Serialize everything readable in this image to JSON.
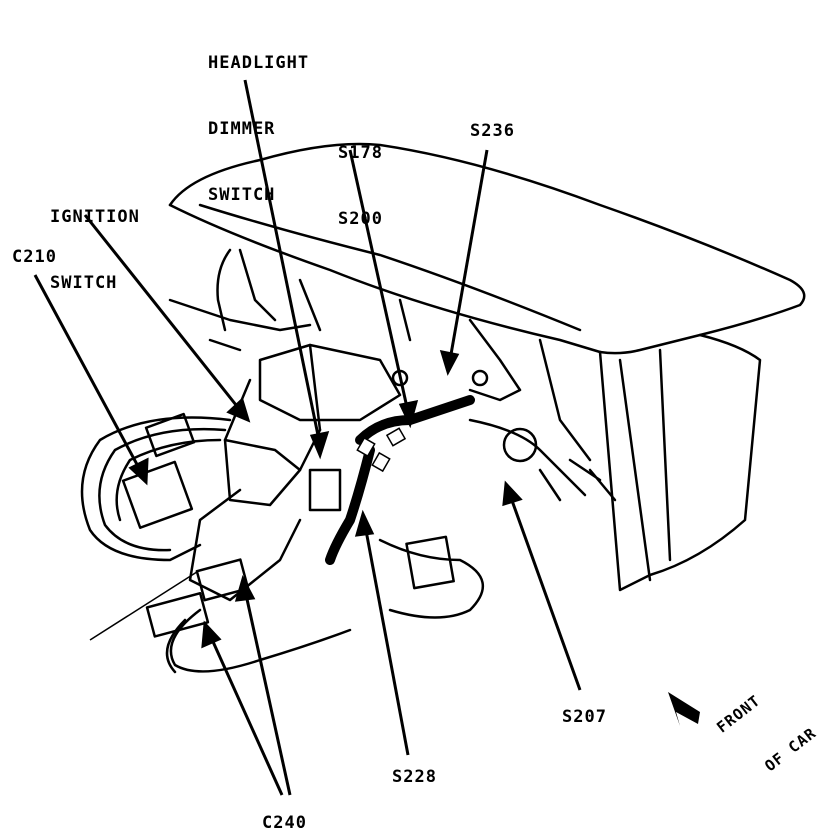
{
  "labels": {
    "headlight_dimmer_switch": [
      "HEADLIGHT",
      "DIMMER",
      "SWITCH"
    ],
    "ignition_switch": [
      "IGNITION",
      "SWITCH"
    ],
    "c210": "C210",
    "s178_s200": [
      "S178",
      "S200"
    ],
    "s236": "S236",
    "s207": "S207",
    "s228": "S228",
    "c240": "C240",
    "front_of_car": [
      "FRONT",
      "OF CAR"
    ]
  },
  "colors": {
    "ink": "#000000",
    "paper": "#ffffff"
  }
}
